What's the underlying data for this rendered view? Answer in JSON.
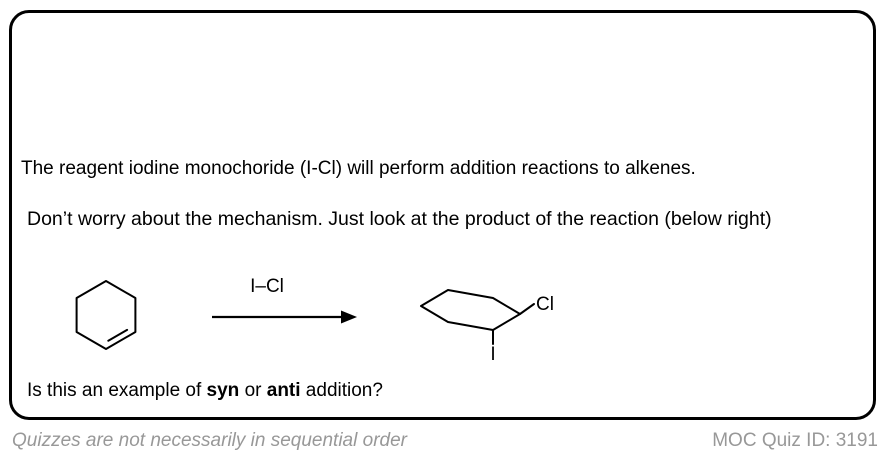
{
  "quiz": {
    "line1": "The reagent iodine monochoride (I-Cl) will perform addition reactions to alkenes.",
    "line2": "Don’t worry about the mechanism. Just look at the product of the reaction (below right)",
    "question": {
      "prefix": "Is this an example of ",
      "bold1": "syn",
      "middle": " or ",
      "bold2": "anti",
      "suffix": " addition?"
    },
    "reaction": {
      "reagent_label": "I–Cl",
      "product_substituent_cl": "Cl",
      "product_substituent_i": "I"
    }
  },
  "footer": {
    "left_note": "Quizzes are not necessarily in sequential order",
    "right_id": "MOC Quiz ID: 3191"
  },
  "colors": {
    "border": "#000000",
    "text": "#000000",
    "footer_gray": "#989898"
  }
}
